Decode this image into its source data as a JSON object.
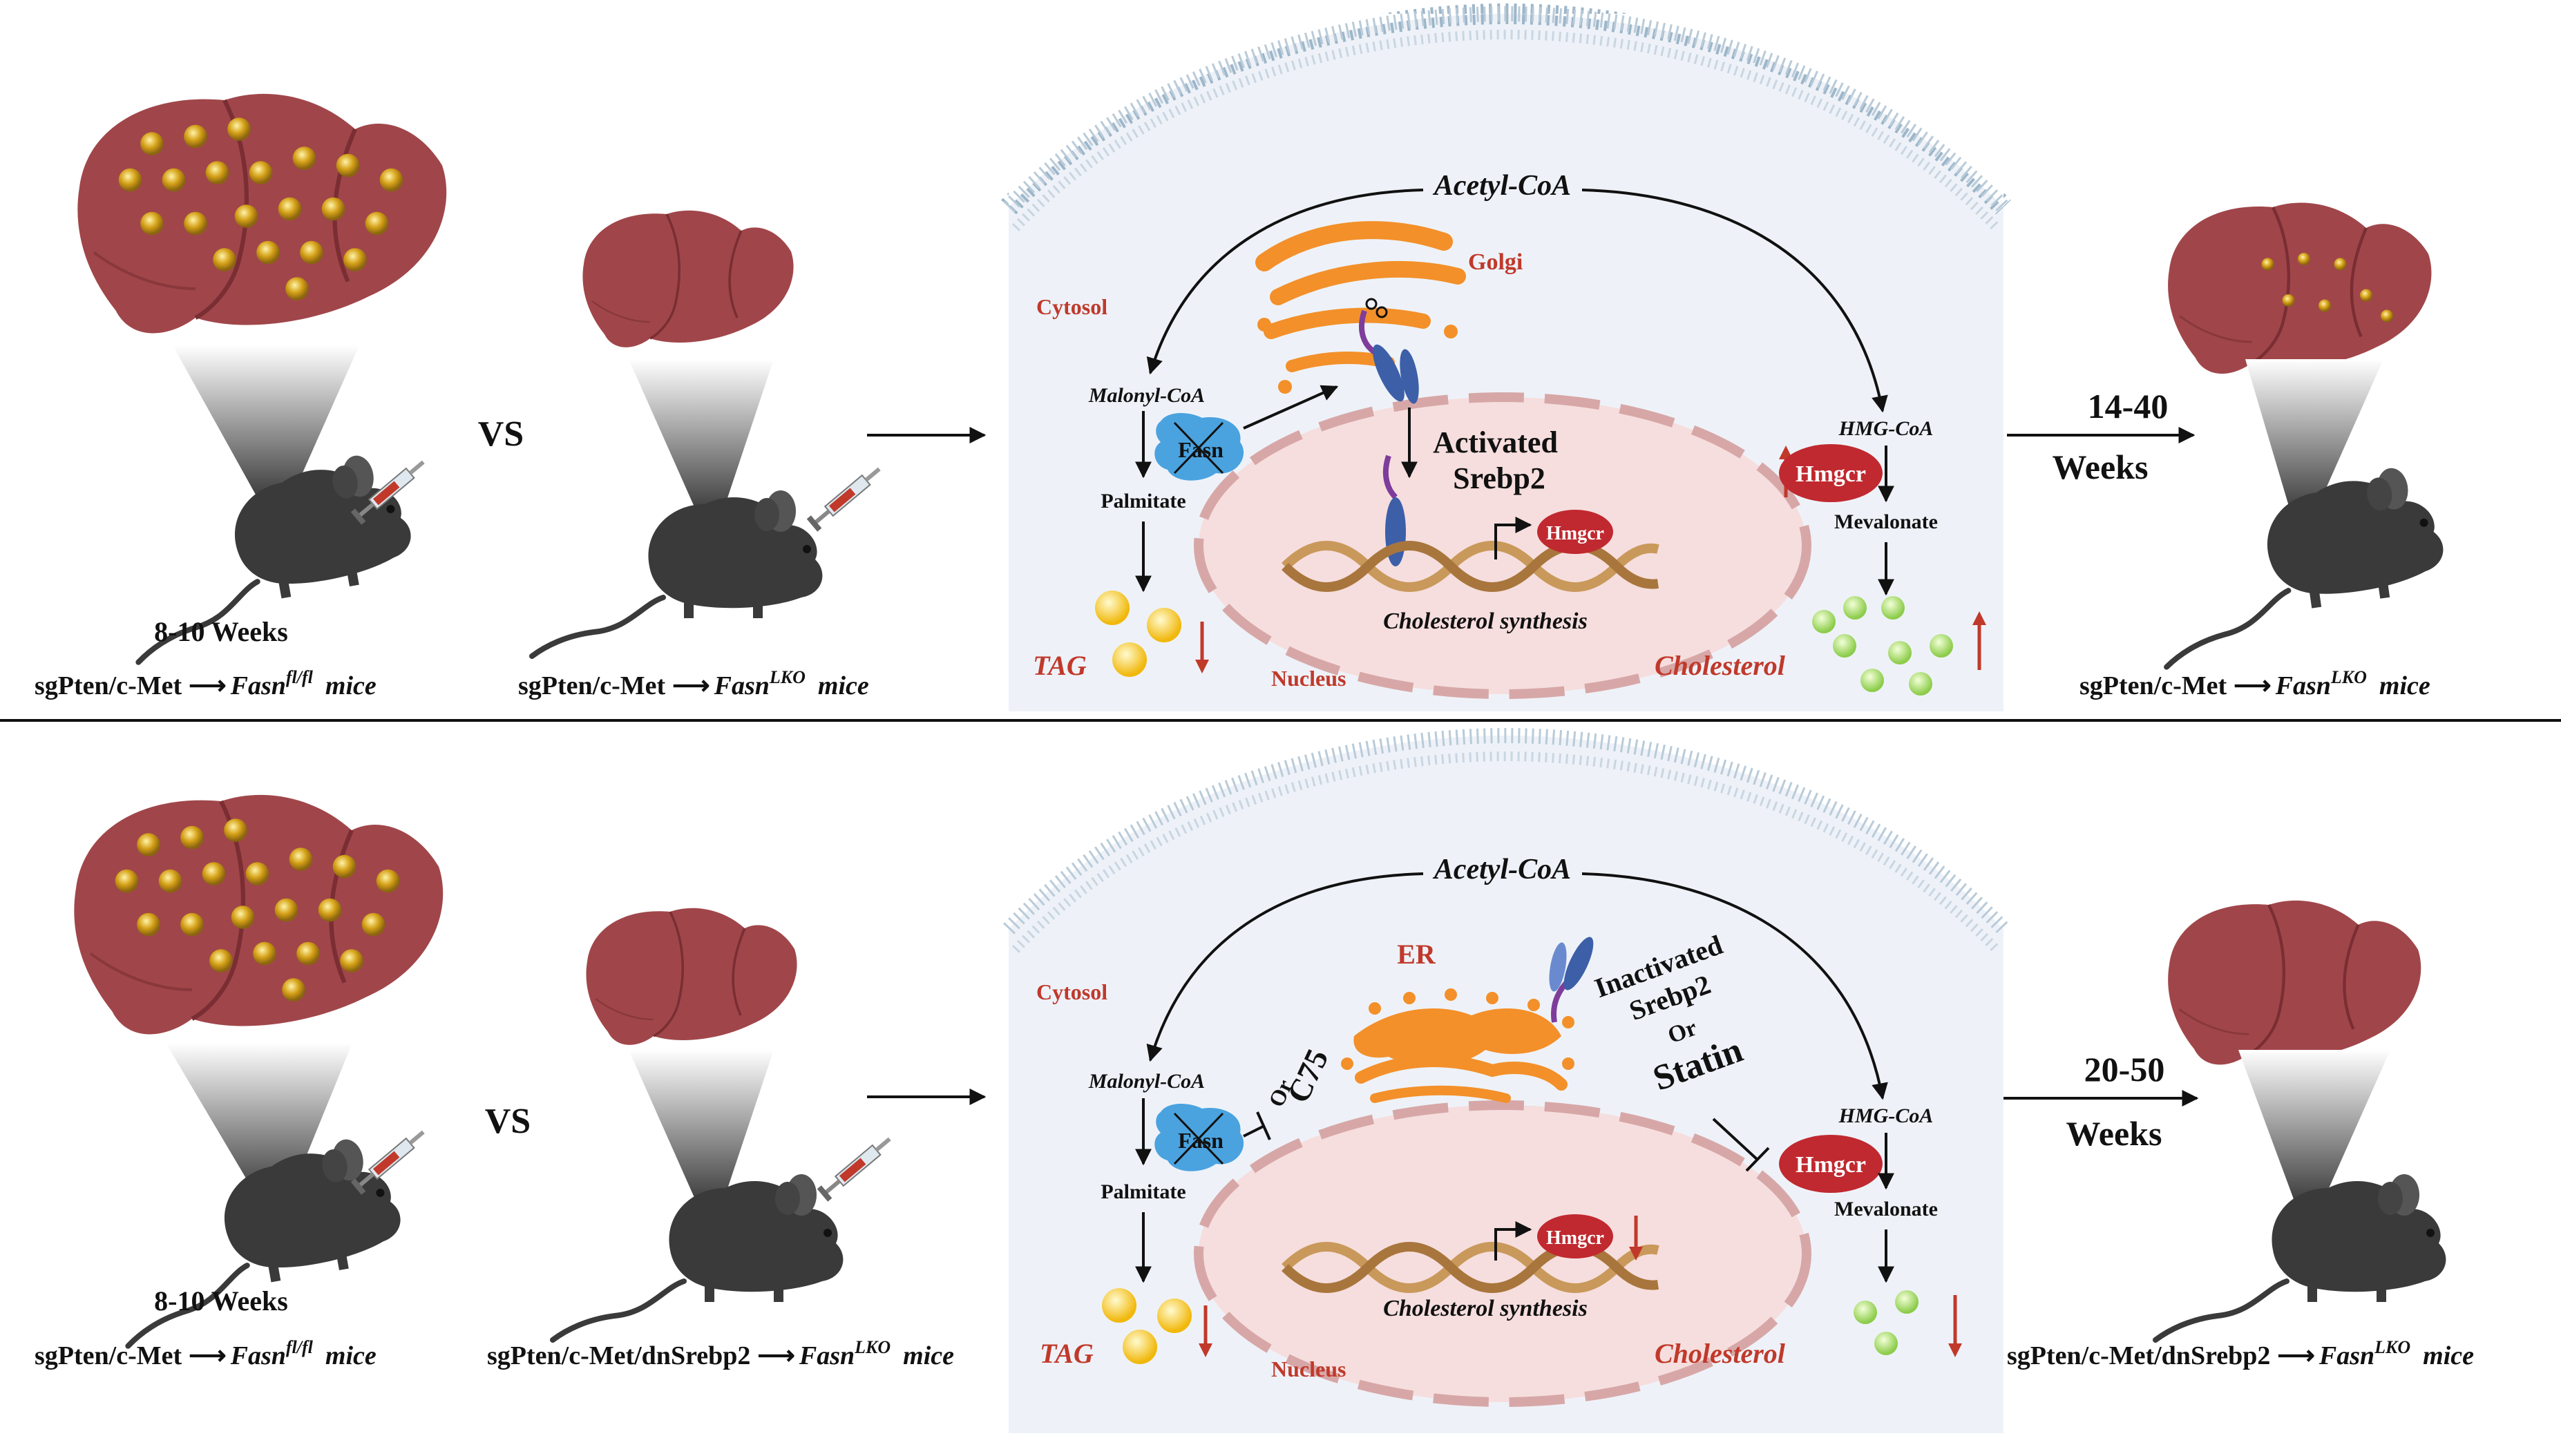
{
  "colors": {
    "liver": "#a0464a",
    "liver_dark": "#7a2e33",
    "lipid": "#d4a017",
    "cell_bg": "#eef2f8",
    "membrane": "#9db6c9",
    "nucleus": "#f6dede",
    "red": "#c0392b",
    "fasn": "#4aa3df",
    "hmgcr": "#c0292f",
    "golgi": "#f3902a",
    "srebp": "#3c5fa8",
    "chol": "#9fd66a",
    "tag": "#f5c518"
  },
  "top": {
    "left_label": "8-10 Weeks",
    "left_model_prefix": "sgPten/c-Met",
    "left_model_gene": "Fasn",
    "left_model_sup": "fl/fl",
    "left_model_suffix": "mice",
    "vs": "VS",
    "mid_model_prefix": "sgPten/c-Met",
    "mid_model_gene": "Fasn",
    "mid_model_sup": "LKO",
    "mid_model_suffix": "mice",
    "right_weeks_num": "14-40",
    "right_weeks_word": "Weeks",
    "right_model_prefix": "sgPten/c-Met",
    "right_model_gene": "Fasn",
    "right_model_sup": "LKO",
    "right_model_suffix": "mice",
    "cell": {
      "acetyl": "Acetyl-CoA",
      "golgi": "Golgi",
      "cytosol": "Cytosol",
      "malonyl": "Malonyl-CoA",
      "fasn": "Fasn",
      "palmitate": "Palmitate",
      "tag": "TAG",
      "activated_line1": "Activated",
      "activated_line2": "Srebp2",
      "hmgcr_nuc": "Hmgcr",
      "chol_synth": "Cholesterol synthesis",
      "nucleus": "Nucleus",
      "hmg_coa": "HMG-CoA",
      "hmgcr": "Hmgcr",
      "mevalonate": "Mevalonate",
      "cholesterol": "Cholesterol"
    }
  },
  "bottom": {
    "left_label": "8-10 Weeks",
    "left_model_prefix": "sgPten/c-Met",
    "left_model_gene": "Fasn",
    "left_model_sup": "fl/fl",
    "left_model_suffix": "mice",
    "vs": "VS",
    "mid_model_prefix": "sgPten/c-Met/dnSrebp2",
    "mid_model_gene": "Fasn",
    "mid_model_sup": "LKO",
    "mid_model_suffix": "mice",
    "right_weeks_num": "20-50",
    "right_weeks_word": "Weeks",
    "right_model_prefix": "sgPten/c-Met/dnSrebp2",
    "right_model_gene": "Fasn",
    "right_model_sup": "LKO",
    "right_model_suffix": "mice",
    "cell": {
      "acetyl": "Acetyl-CoA",
      "er": "ER",
      "cytosol": "Cytosol",
      "malonyl": "Malonyl-CoA",
      "fasn": "Fasn",
      "or_c75_or": "Or",
      "or_c75": "C75",
      "palmitate": "Palmitate",
      "tag": "TAG",
      "inact_line1": "Inactivated",
      "inact_line2": "Srebp2",
      "inact_or": "Or",
      "statin": "Statin",
      "hmgcr_nuc": "Hmgcr",
      "chol_synth": "Cholesterol synthesis",
      "nucleus": "Nucleus",
      "hmg_coa": "HMG-CoA",
      "hmgcr": "Hmgcr",
      "mevalonate": "Mevalonate",
      "cholesterol": "Cholesterol"
    }
  }
}
